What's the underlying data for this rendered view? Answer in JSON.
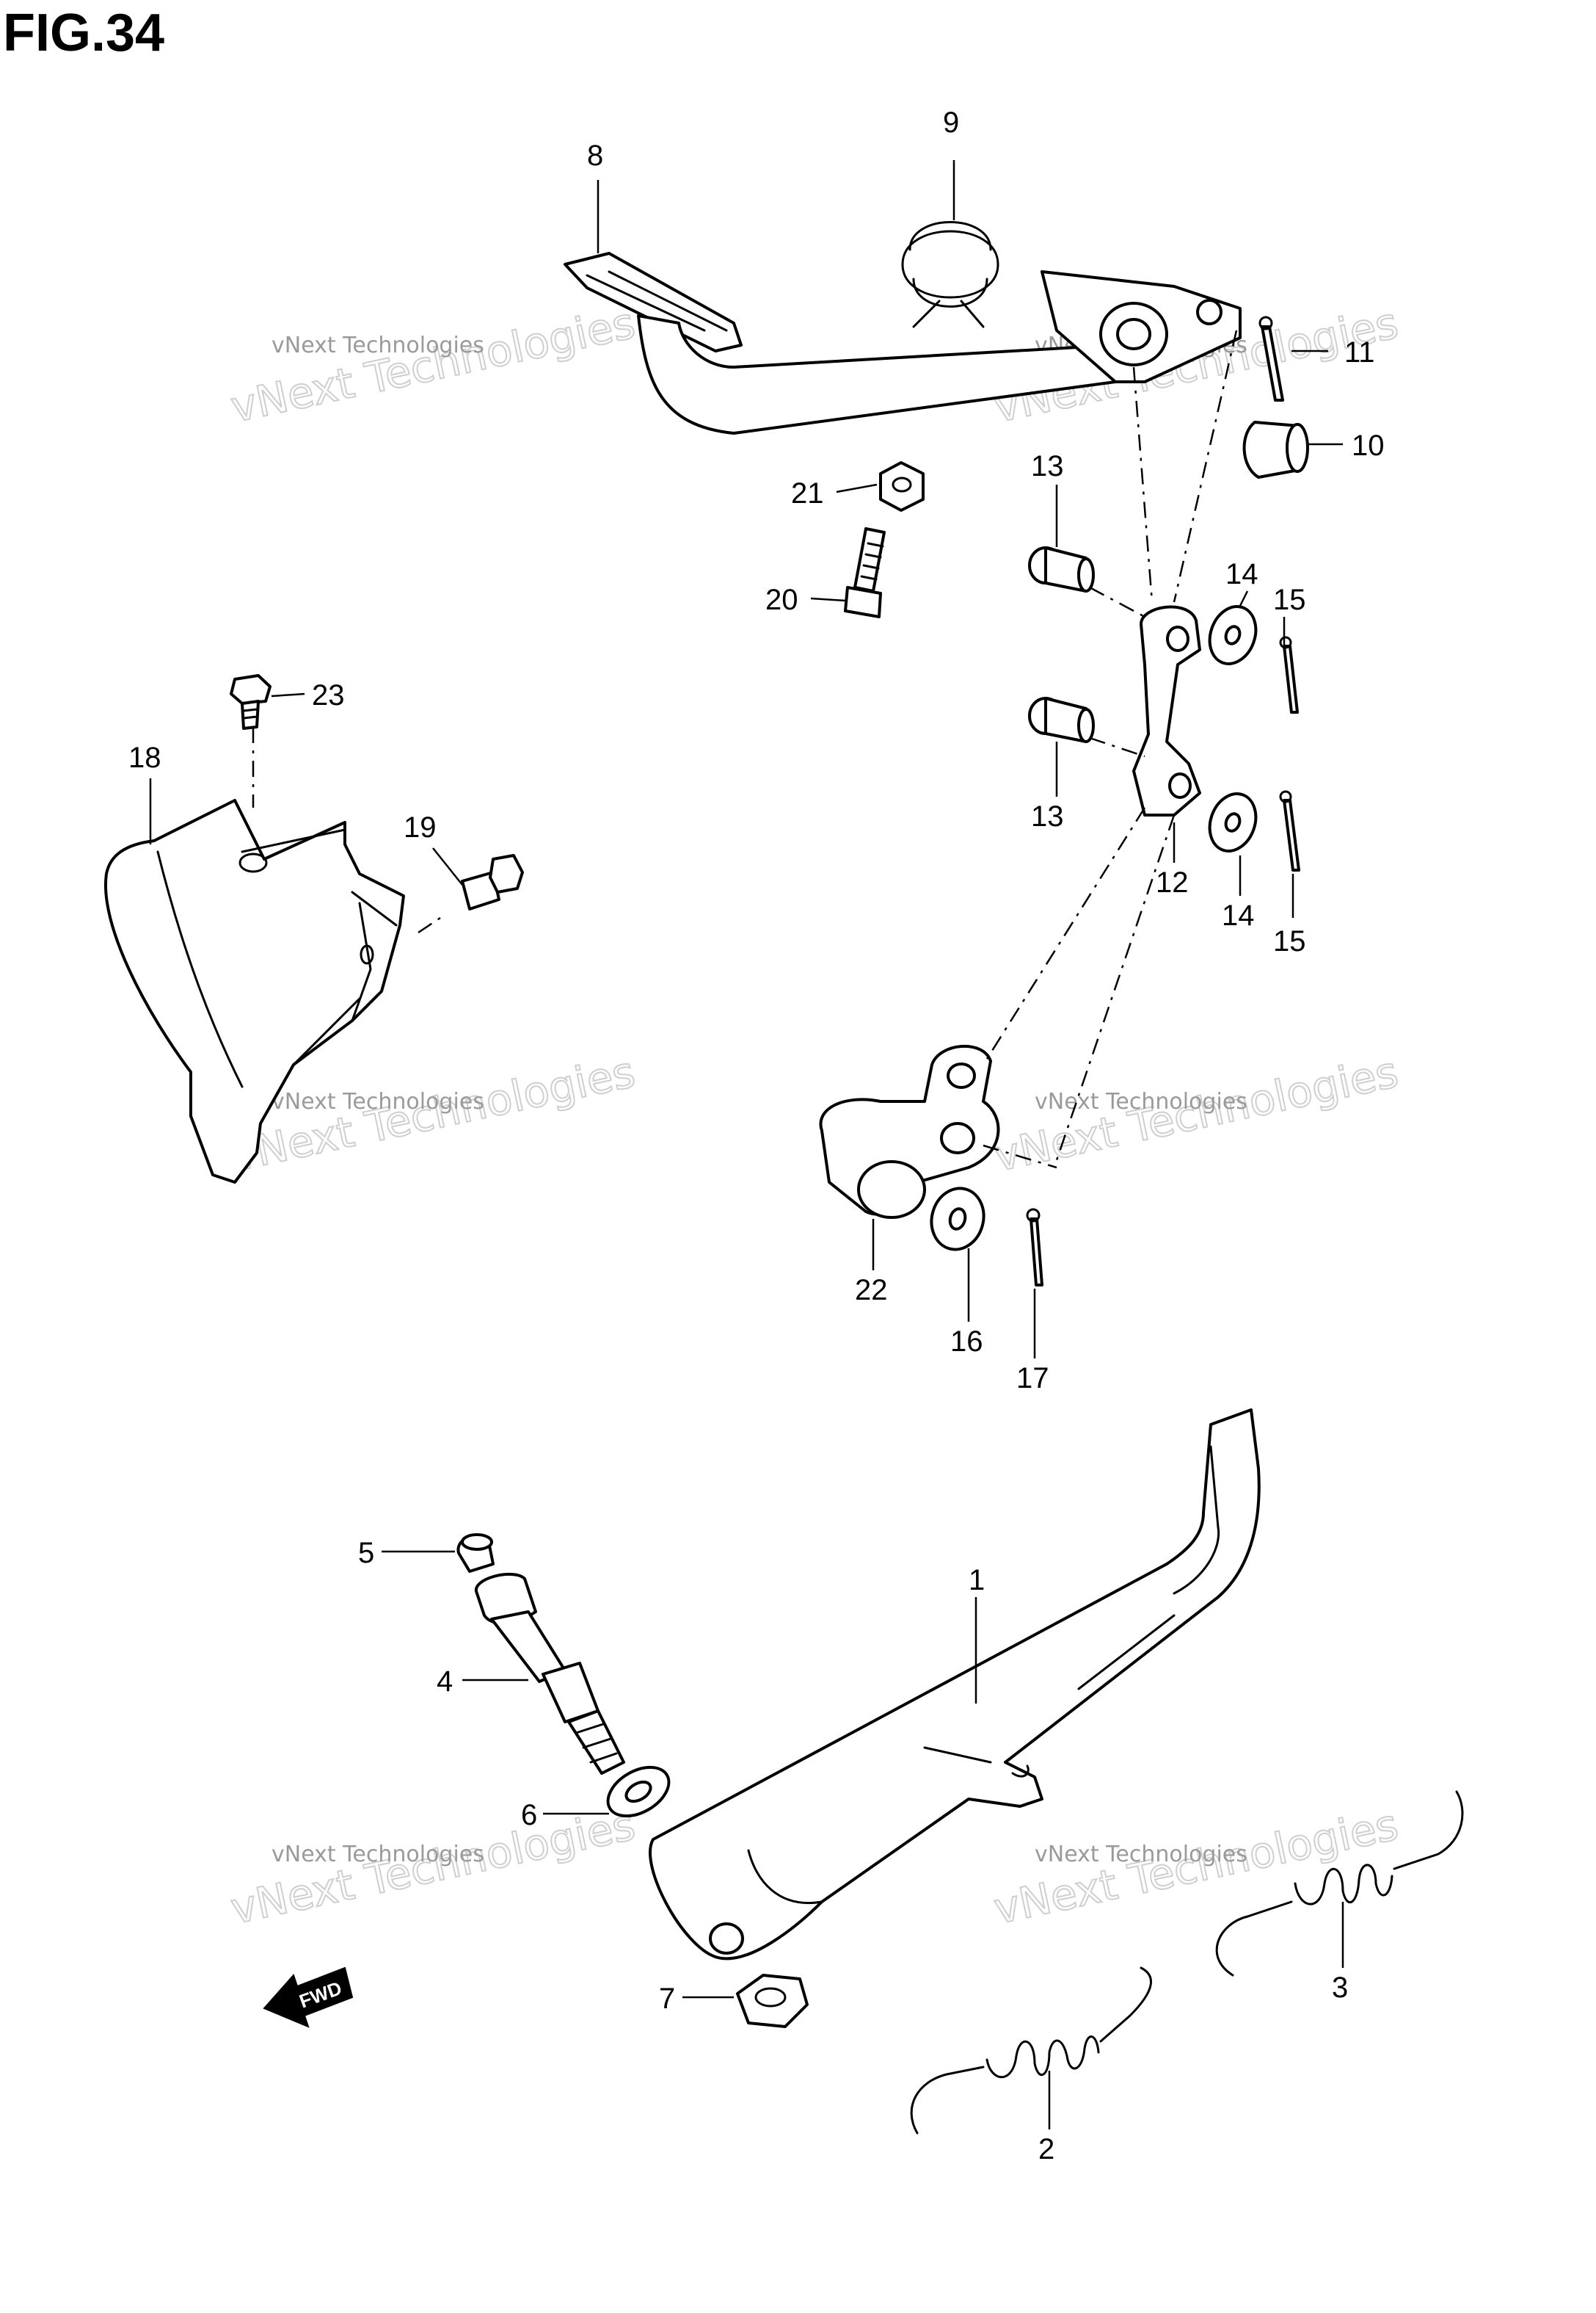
{
  "figure": {
    "title": "FIG.34"
  },
  "callouts": [
    {
      "id": "1",
      "label": "1"
    },
    {
      "id": "2",
      "label": "2"
    },
    {
      "id": "3",
      "label": "3"
    },
    {
      "id": "4",
      "label": "4"
    },
    {
      "id": "5",
      "label": "5"
    },
    {
      "id": "6",
      "label": "6"
    },
    {
      "id": "7",
      "label": "7"
    },
    {
      "id": "8",
      "label": "8"
    },
    {
      "id": "9",
      "label": "9"
    },
    {
      "id": "10",
      "label": "10"
    },
    {
      "id": "11",
      "label": "11"
    },
    {
      "id": "12",
      "label": "12"
    },
    {
      "id": "13a",
      "label": "13"
    },
    {
      "id": "13b",
      "label": "13"
    },
    {
      "id": "14a",
      "label": "14"
    },
    {
      "id": "14b",
      "label": "14"
    },
    {
      "id": "15a",
      "label": "15"
    },
    {
      "id": "15b",
      "label": "15"
    },
    {
      "id": "16",
      "label": "16"
    },
    {
      "id": "17",
      "label": "17"
    },
    {
      "id": "18",
      "label": "18"
    },
    {
      "id": "19",
      "label": "19"
    },
    {
      "id": "20",
      "label": "20"
    },
    {
      "id": "21",
      "label": "21"
    },
    {
      "id": "22",
      "label": "22"
    },
    {
      "id": "23",
      "label": "23"
    }
  ],
  "watermark": {
    "line1": "vNext Technologies",
    "big": "vNext Technologies"
  },
  "direction_arrow": {
    "label": "FWD"
  }
}
